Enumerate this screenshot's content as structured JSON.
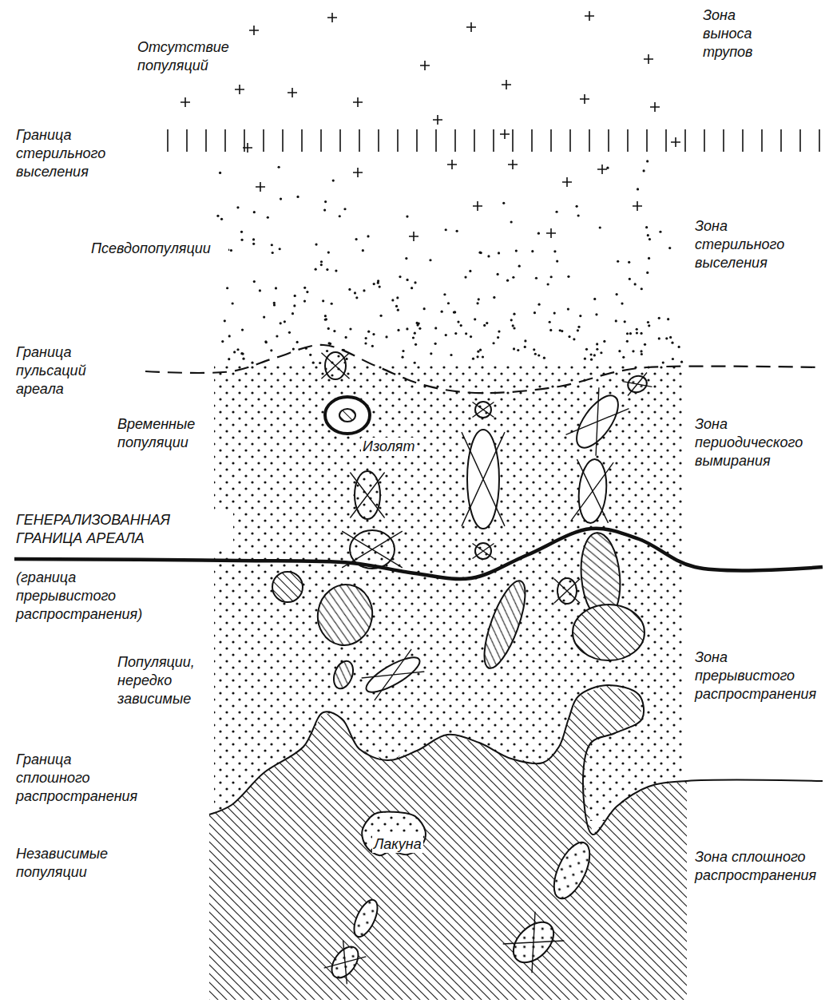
{
  "diagram": {
    "nodes": [
      {
        "text": [
          "Лакуна"
        ]
      }
    ],
    "labels": [
      "Отсутствие популяций",
      "Зона выноса трупов",
      "Граница стерильного выселения",
      "Псевдопопуляции",
      "Зона стерильного выселения",
      "Граница пульсаций ареала",
      "Временные популяции",
      "Изолят",
      "Зона периодического вымирания",
      "ГЕНЕРАЛИЗОВАННАЯ ГРАНИЦА АРЕАЛА",
      "(граница прерывистого распространения)",
      "Популяции, нередко зависимые",
      "Зона прерывистого распространения",
      "Граница сплошного распространения",
      "Независимые популяции",
      "Зона сплошного распространения"
    ]
  }
}
